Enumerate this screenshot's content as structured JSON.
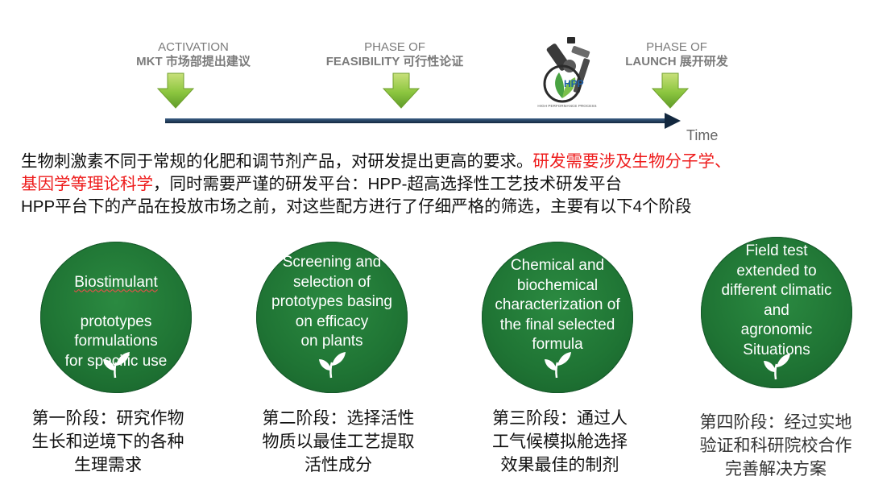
{
  "timeline": {
    "phases": [
      {
        "line1": "ACTIVATION",
        "line2": "MKT 市场部提出建议"
      },
      {
        "line1": "PHASE OF",
        "line2": "FEASIBILITY 可行性论证"
      },
      {
        "line1": "PHASE OF",
        "line2": "LAUNCH 展开研发"
      }
    ],
    "axis_label": "Time",
    "logo_text": "HPP",
    "logo_caption": "HIGH PERFORMANCE PROCESS"
  },
  "intro": {
    "line1_black": "生物刺激素不同于常规的化肥和调节剂产品，对研发提出更高的要求。",
    "line1_red": "研发需要涉及生物分子学、",
    "line2_red": "基因学等理论科学",
    "line2_black": "，同时需要严谨的研发平台：HPP-超高选择性工艺技术研发平台",
    "line3": "HPP平台下的产品在投放市场之前，对这些配方进行了仔细严格的筛选，主要有以下4个阶段"
  },
  "stages": [
    {
      "en_first": "Biostimulant",
      "en_rest": "prototypes\nformulations\nfor specific use",
      "cn": "第一阶段：研究作物\n生长和逆境下的各种\n生理需求"
    },
    {
      "en_first": "",
      "en_rest": "Screening and\nselection of\nprototypes basing\non efficacy\non plants",
      "cn": "第二阶段：选择活性\n物质以最佳工艺提取\n活性成分"
    },
    {
      "en_first": "",
      "en_rest": "Chemical and\nbiochemical\ncharacterization of\nthe final selected\nformula",
      "cn": "第三阶段：通过人\n工气候模拟舱选择\n效果最佳的制剂"
    },
    {
      "en_first": "",
      "en_rest": "Field test\nextended to\ndifferent climatic\nand\nagronomic\nSituations",
      "cn": "第四阶段：经过实地\n验证和科研院校合作\n完善解决方案"
    }
  ],
  "colors": {
    "circle_green": "#1f7434",
    "arrow_green": "#8cc63f",
    "timeline_navy": "#1f3a5a",
    "highlight_red": "#ee1c1c"
  }
}
